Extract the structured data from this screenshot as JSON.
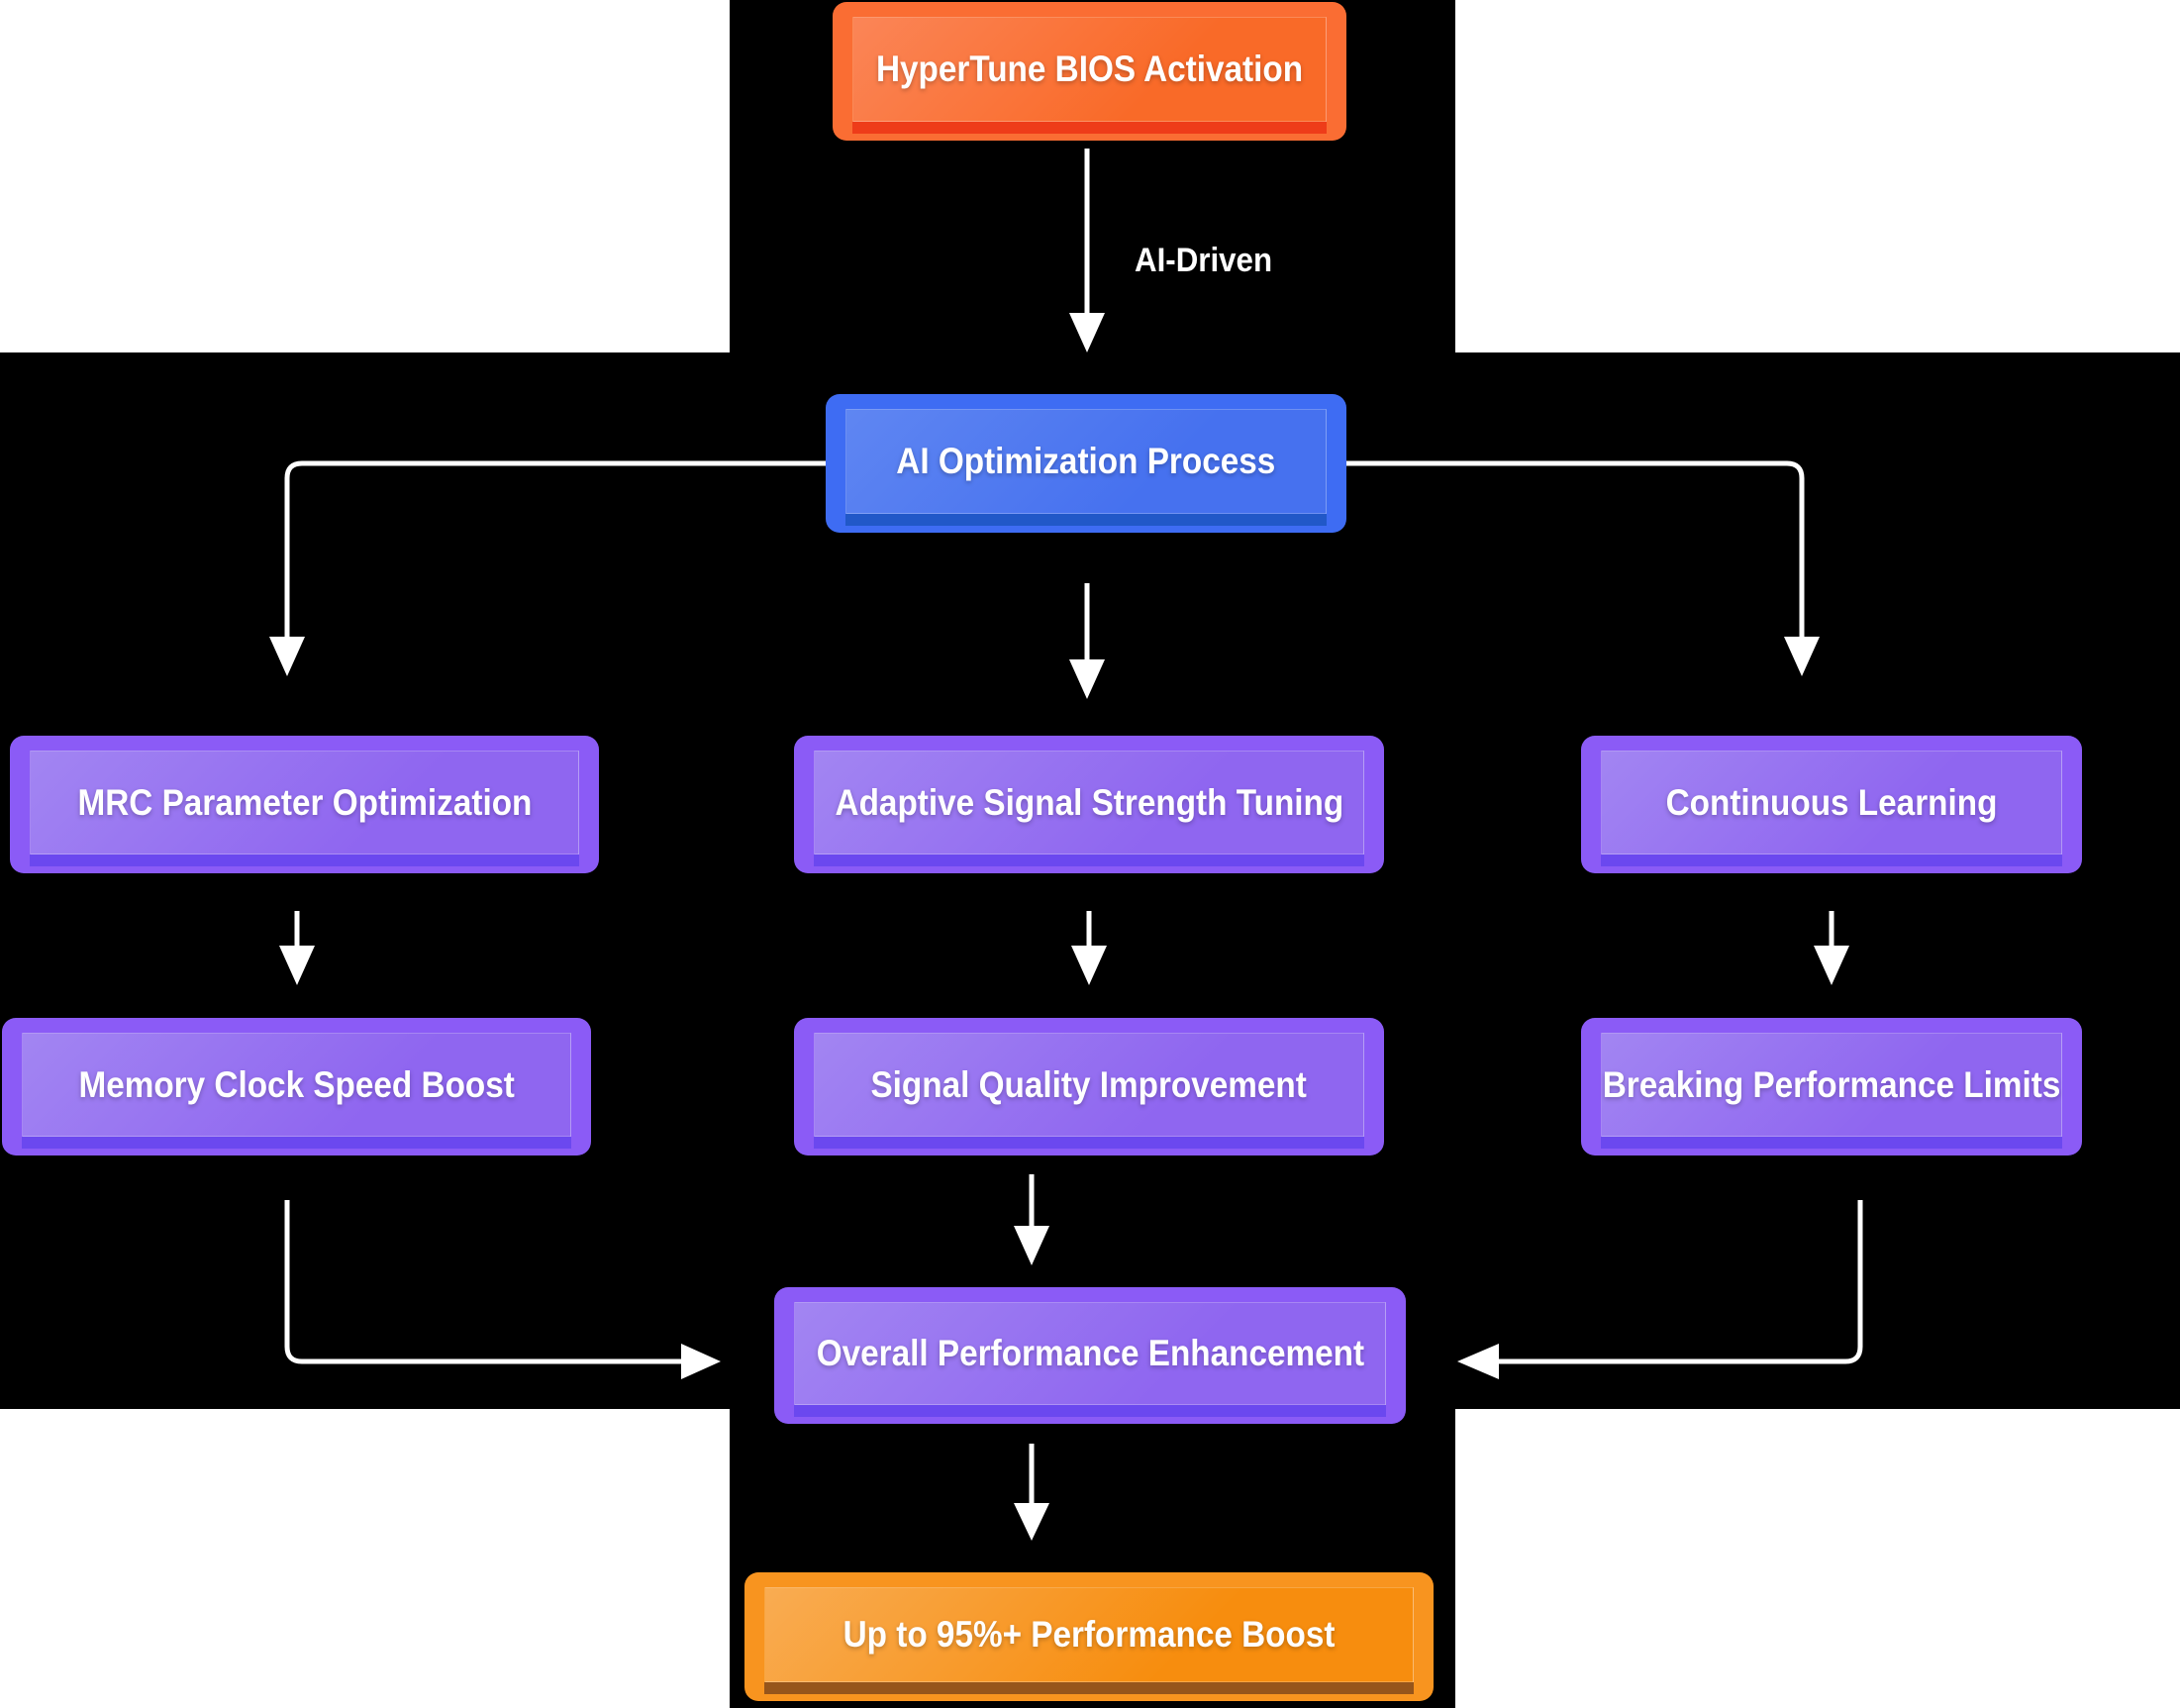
{
  "diagram": {
    "title": "HyperTune AI optimization flowchart",
    "nodes": [
      {
        "id": "bios",
        "label": "HyperTune BIOS Activation",
        "type": "orange"
      },
      {
        "id": "ai",
        "label": "AI Optimization Process",
        "type": "blue"
      },
      {
        "id": "mrc",
        "label": "MRC Parameter Optimization",
        "type": "purple"
      },
      {
        "id": "adaptive",
        "label": "Adaptive Signal Strength Tuning",
        "type": "purple"
      },
      {
        "id": "learning",
        "label": "Continuous Learning",
        "type": "purple"
      },
      {
        "id": "memclock",
        "label": "Memory Clock Speed Boost",
        "type": "purple"
      },
      {
        "id": "signal",
        "label": "Signal Quality Improvement",
        "type": "purple"
      },
      {
        "id": "limits",
        "label": "Breaking Performance Limits",
        "type": "purple"
      },
      {
        "id": "overall",
        "label": "Overall Performance Enhancement",
        "type": "purple"
      },
      {
        "id": "boost",
        "label": "Up to 95%+ Performance Boost",
        "type": "gold"
      }
    ],
    "edges": [
      {
        "from": "bios",
        "to": "ai",
        "label": "AI-Driven"
      },
      {
        "from": "ai",
        "to": "mrc",
        "label": ""
      },
      {
        "from": "ai",
        "to": "adaptive",
        "label": ""
      },
      {
        "from": "ai",
        "to": "learning",
        "label": ""
      },
      {
        "from": "mrc",
        "to": "memclock",
        "label": ""
      },
      {
        "from": "adaptive",
        "to": "signal",
        "label": ""
      },
      {
        "from": "learning",
        "to": "limits",
        "label": ""
      },
      {
        "from": "memclock",
        "to": "overall",
        "label": ""
      },
      {
        "from": "signal",
        "to": "overall",
        "label": ""
      },
      {
        "from": "limits",
        "to": "overall",
        "label": ""
      },
      {
        "from": "overall",
        "to": "boost",
        "label": ""
      }
    ],
    "colors": {
      "background": "#000000",
      "page_corners": "#ffffff",
      "arrow": "#ffffff",
      "orange_node": "#FA6D33",
      "orange_strip": "#EE3C19",
      "blue_node": "#3E6CF3",
      "blue_strip": "#2158C8",
      "purple_node": "#8B5BF6",
      "purple_strip": "#6B48EF",
      "gold_node": "#F8941F",
      "gold_strip": "#96551B",
      "text": "#FFFFFF"
    }
  }
}
